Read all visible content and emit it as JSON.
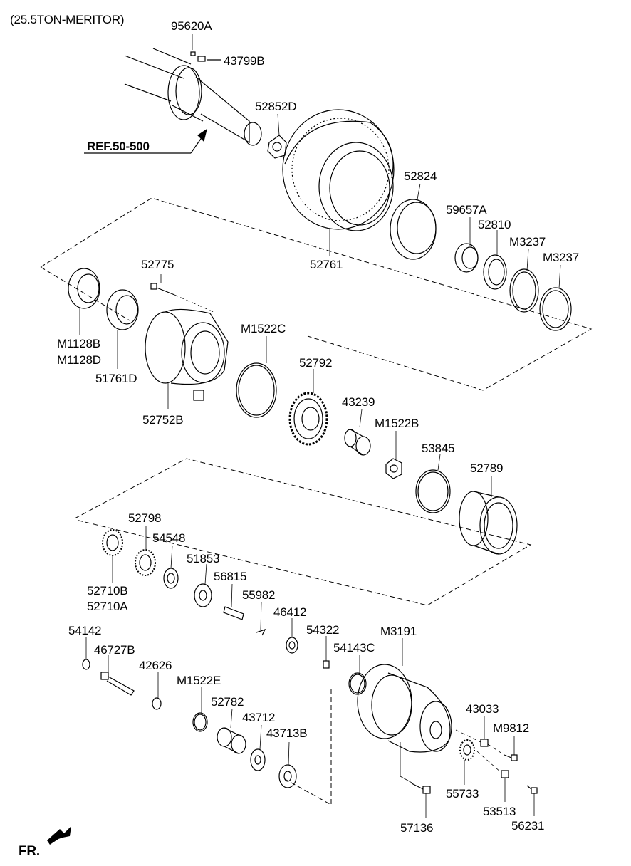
{
  "header": {
    "variant": "(25.5TON-MERITOR)"
  },
  "reference": {
    "label": "REF.50-500"
  },
  "footer": {
    "direction_label": "FR."
  },
  "parts": [
    "95620A",
    "43799B",
    "52852D",
    "52824",
    "59657A",
    "52810",
    "M3237",
    "M3237",
    "52761",
    "52775",
    "M1522C",
    "M1128B",
    "M1128D",
    "51761D",
    "52792",
    "52752B",
    "43239",
    "M1522B",
    "53845",
    "52789",
    "52798",
    "54548",
    "51853",
    "56815",
    "52710B",
    "52710A",
    "55982",
    "46412",
    "54322",
    "M3191",
    "54142",
    "46727B",
    "54143C",
    "42626",
    "M1522E",
    "52782",
    "43712",
    "43713B",
    "43033",
    "M9812",
    "55733",
    "53513",
    "57136",
    "56231"
  ]
}
